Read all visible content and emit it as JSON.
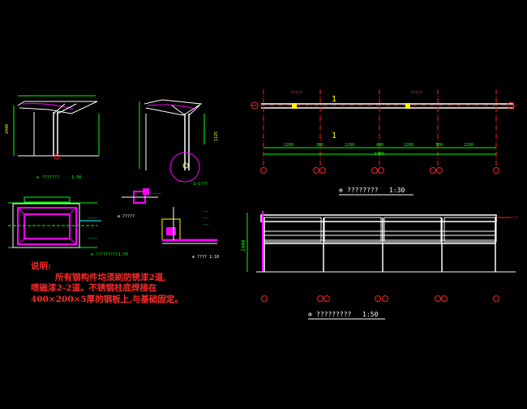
{
  "drawing": {
    "colors": {
      "background": "#000000",
      "structure": "#ffffff",
      "dimension": "#00ff00",
      "axis": "#ff2020",
      "detail": "#ff00ff",
      "note": "#ff2a2a",
      "leader": "#00ffff",
      "label": "#ffff00"
    },
    "plan": {
      "dims": [
        "2200",
        "300",
        "2200",
        "400",
        "2200",
        "300",
        "2200"
      ],
      "total": "5400",
      "section_mark": "1",
      "caption": "????????",
      "scale": "1:30"
    },
    "elevation": {
      "height": "2440",
      "caption": "?????????",
      "scale": "1:50"
    },
    "side_view": {
      "caption": "???????",
      "scale": "1:30"
    },
    "frame_view": {
      "caption": "?????????",
      "scale": "1:50"
    },
    "notes": {
      "title": "说明:",
      "line1": "所有钢构件均须刷防锈漆2道,",
      "line2": "喷磁漆2-2道。不锈钢柱底焊接在",
      "line3": "400×200×5厚的钢板上,与基础固定。"
    }
  }
}
